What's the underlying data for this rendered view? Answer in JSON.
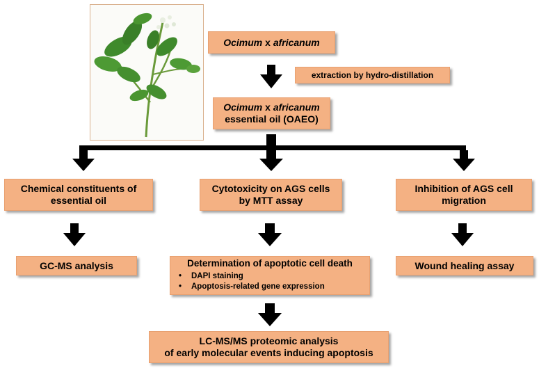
{
  "species": {
    "genus": "Ocimum",
    "x": "x",
    "epithet": "africanum"
  },
  "extraction": {
    "label": "extraction by hydro-distillation"
  },
  "oil": {
    "genus": "Ocimum",
    "x": "x",
    "epithet": "africanum",
    "line2": "essential oil (OAEO)"
  },
  "branches": {
    "chem": {
      "line1": "Chemical constituents of",
      "line2": "essential oil"
    },
    "cyto": {
      "line1": "Cytotoxicity on AGS cells",
      "line2": "by MTT assay"
    },
    "migration": {
      "line1": "Inhibition of AGS cell",
      "line2": "migration"
    }
  },
  "results": {
    "gcms": "GC-MS analysis",
    "apoptosis": {
      "title": "Determination of apoptotic cell death",
      "items": [
        "DAPI staining",
        "Apoptosis-related gene expression"
      ]
    },
    "wound": "Wound healing assay"
  },
  "proteomic": {
    "line1": "LC-MS/MS proteomic analysis",
    "line2": "of early molecular events inducing apoptosis"
  },
  "colors": {
    "box_fill": "#f4b183",
    "arrow": "#000000"
  },
  "image": {
    "icon": "basil-plant-photo"
  }
}
